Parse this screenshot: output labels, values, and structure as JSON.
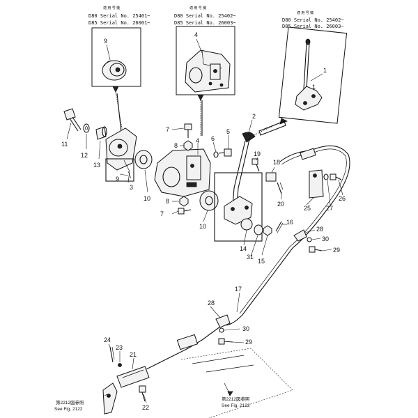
{
  "callouts": {
    "box_left": {
      "applicability": "適 用 号 機",
      "serial_1": "D80 Serial No. 25401~",
      "serial_2": "D85 Serial No. 26001~",
      "part": "9"
    },
    "box_middle": {
      "applicability": "適 用 号 機",
      "serial_1": "D80 Serial No. 25402~",
      "serial_2": "D85 Serial No. 26003~",
      "part": "4"
    },
    "box_right": {
      "applicability": "適 用 号 機",
      "serial_1": "D80 Serial No. 25402~",
      "serial_2": "D85 Serial No. 26003~",
      "part": "1"
    }
  },
  "part_numbers": {
    "p1": "1",
    "p2": "2",
    "p3": "3",
    "p4": "4",
    "p5": "5",
    "p6": "6",
    "p7a": "7",
    "p7b": "7",
    "p8a": "8",
    "p8b": "8",
    "p9": "9",
    "p10a": "10",
    "p10b": "10",
    "p11": "11",
    "p12": "12",
    "p13": "13",
    "p14": "14",
    "p15": "15",
    "p16": "16",
    "p17": "17",
    "p18": "18",
    "p19": "19",
    "p20": "20",
    "p21": "21",
    "p22": "22",
    "p23": "23",
    "p24": "24",
    "p25": "25",
    "p26": "26",
    "p27": "27",
    "p28a": "28",
    "p28b": "28",
    "p29a": "29",
    "p29b": "29",
    "p30a": "30",
    "p30b": "30",
    "p31": "31"
  },
  "references": {
    "left_jp": "第2212図参照",
    "left_en": "See Fig. 2122",
    "right_jp": "第2212図参照",
    "right_en": "See Fig. 2122"
  }
}
